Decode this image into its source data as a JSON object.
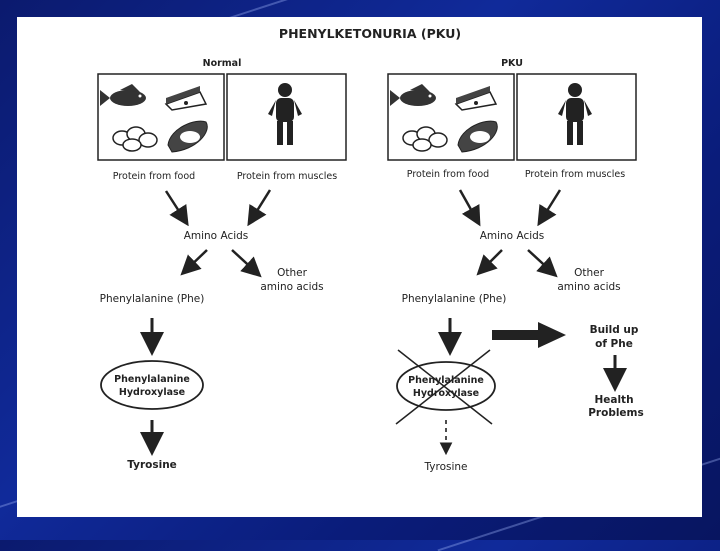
{
  "title": "PHENYLKETONURIA (PKU)",
  "normal": {
    "heading": "Normal",
    "protein_food": "Protein from food",
    "protein_muscles": "Protein from muscles",
    "amino_acids": "Amino Acids",
    "other_amino_line1": "Other",
    "other_amino_line2": "amino acids",
    "phe": "Phenylalanine (Phe)",
    "enzyme_line1": "Phenylalanine",
    "enzyme_line2": "Hydroxylase",
    "tyrosine": "Tyrosine"
  },
  "pku": {
    "heading": "PKU",
    "protein_food": "Protein from food",
    "protein_muscles": "Protein from muscles",
    "amino_acids": "Amino Acids",
    "other_amino_line1": "Other",
    "other_amino_line2": "amino acids",
    "phe": "Phenylalanine (Phe)",
    "buildup_line1": "Build up",
    "buildup_line2": "of Phe",
    "health_line1": "Health",
    "health_line2": "Problems",
    "enzyme_line1": "Phenylalanine",
    "enzyme_line2": "Hydroxylase",
    "tyrosine": "Tyrosine"
  },
  "colors": {
    "background": "#0e2490",
    "slide": "#ffffff",
    "ink": "#222222"
  }
}
